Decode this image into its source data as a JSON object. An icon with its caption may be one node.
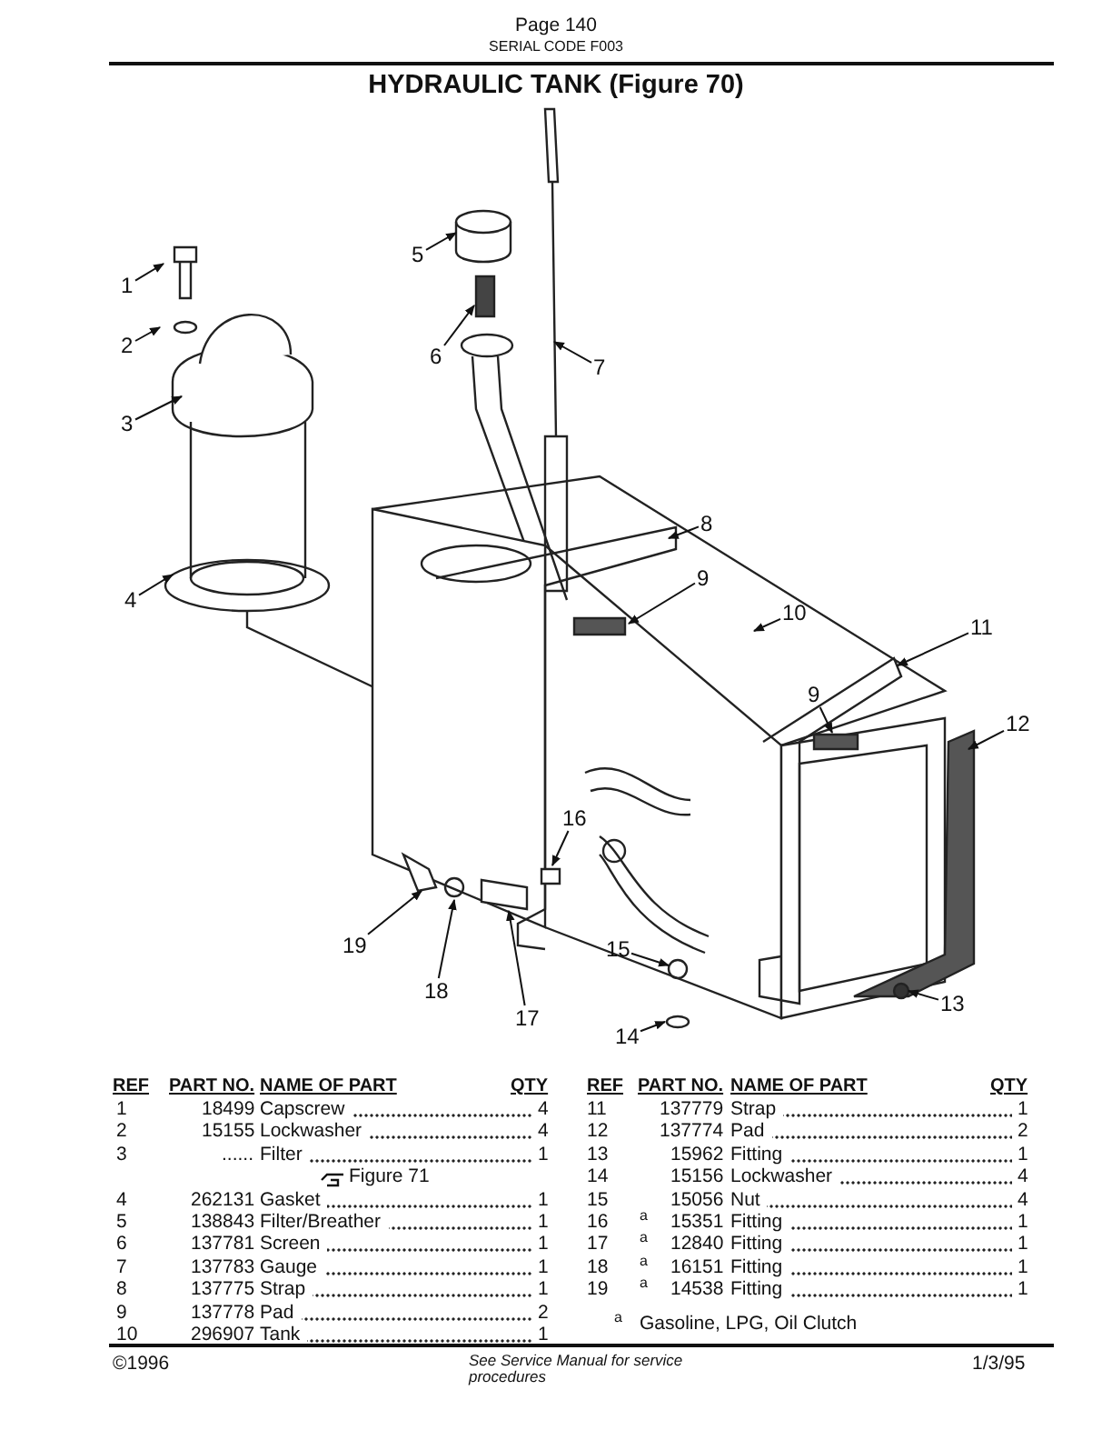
{
  "diagram": {
    "title": "HYDRAULIC TANK (Figure 70)",
    "nodes": [
      {
        "text": [
          "1"
        ]
      },
      {
        "text": [
          "2"
        ]
      },
      {
        "text": [
          "3"
        ]
      },
      {
        "text": [
          "4"
        ]
      },
      {
        "text": [
          "5"
        ]
      },
      {
        "text": [
          "6"
        ]
      },
      {
        "text": [
          "7"
        ]
      },
      {
        "text": [
          "8"
        ]
      },
      {
        "text": [
          "9"
        ]
      },
      {
        "text": [
          "10"
        ]
      },
      {
        "text": [
          "11"
        ]
      },
      {
        "text": [
          "9"
        ]
      },
      {
        "text": [
          "12"
        ]
      },
      {
        "text": [
          "13"
        ]
      },
      {
        "text": [
          "14"
        ]
      },
      {
        "text": [
          "15"
        ]
      },
      {
        "text": [
          "16"
        ]
      },
      {
        "text": [
          "17"
        ]
      },
      {
        "text": [
          "18"
        ]
      },
      {
        "text": [
          "19"
        ]
      }
    ],
    "edges": [
      {
        "from": 0,
        "to": null,
        "arrow": "to"
      },
      {
        "from": 1,
        "to": null,
        "arrow": "to"
      },
      {
        "from": 2,
        "to": null,
        "arrow": "to"
      },
      {
        "from": 3,
        "to": null,
        "arrow": "to"
      },
      {
        "from": 4,
        "to": null,
        "arrow": "to"
      },
      {
        "from": 5,
        "to": null,
        "arrow": "to"
      },
      {
        "from": 6,
        "to": null,
        "arrow": "to"
      },
      {
        "from": 7,
        "to": null,
        "arrow": "to"
      },
      {
        "from": 8,
        "to": null,
        "arrow": "to"
      },
      {
        "from": 9,
        "to": null,
        "arrow": "to"
      },
      {
        "from": 10,
        "to": null,
        "arrow": "to"
      },
      {
        "from": 11,
        "to": null,
        "arrow": "to"
      },
      {
        "from": 12,
        "to": null,
        "arrow": "to"
      },
      {
        "from": 13,
        "to": null,
        "arrow": "to"
      },
      {
        "from": 14,
        "to": null,
        "arrow": "to"
      },
      {
        "from": 15,
        "to": null,
        "arrow": "to"
      },
      {
        "from": 16,
        "to": null,
        "arrow": "to"
      },
      {
        "from": 17,
        "to": null,
        "arrow": "to"
      },
      {
        "from": 18,
        "to": null,
        "arrow": "to"
      },
      {
        "from": 19,
        "to": null,
        "arrow": "to"
      }
    ],
    "labels": [
      "Page 140",
      "SERIAL CODE F003",
      "REF",
      "PART NO.",
      "NAME OF PART",
      "QTY",
      "1",
      "18499",
      "Capscrew",
      "4",
      "2",
      "15155",
      "Lockwasher",
      "4",
      "3",
      "......",
      "Filter",
      "1",
      "Figure 71",
      "4",
      "262131",
      "Gasket",
      "1",
      "5",
      "138843",
      "Filter/Breather",
      "1",
      "6",
      "137781",
      "Screen",
      "1",
      "7",
      "137783",
      "Gauge",
      "1",
      "8",
      "137775",
      "Strap",
      "1",
      "9",
      "137778",
      "Pad",
      "2",
      "10",
      "296907",
      "Tank",
      "1",
      "REF",
      "PART NO.",
      "NAME OF PART",
      "QTY",
      "11",
      "137779",
      "Strap",
      "1",
      "12",
      "137774",
      "Pad",
      "2",
      "13",
      "15962",
      "Fitting",
      "1",
      "14",
      "15156",
      "Lockwasher",
      "4",
      "15",
      "15056",
      "Nut",
      "4",
      "16",
      "a",
      "15351",
      "Fitting",
      "1",
      "17",
      "a",
      "12840",
      "Fitting",
      "1",
      "18",
      "a",
      "16151",
      "Fitting",
      "1",
      "19",
      "a",
      "14538",
      "Fitting",
      "1",
      "a",
      "Gasoline, LPG, Oil Clutch",
      "©1996",
      "See Service Manual for service procedures",
      "1/3/95"
    ]
  }
}
